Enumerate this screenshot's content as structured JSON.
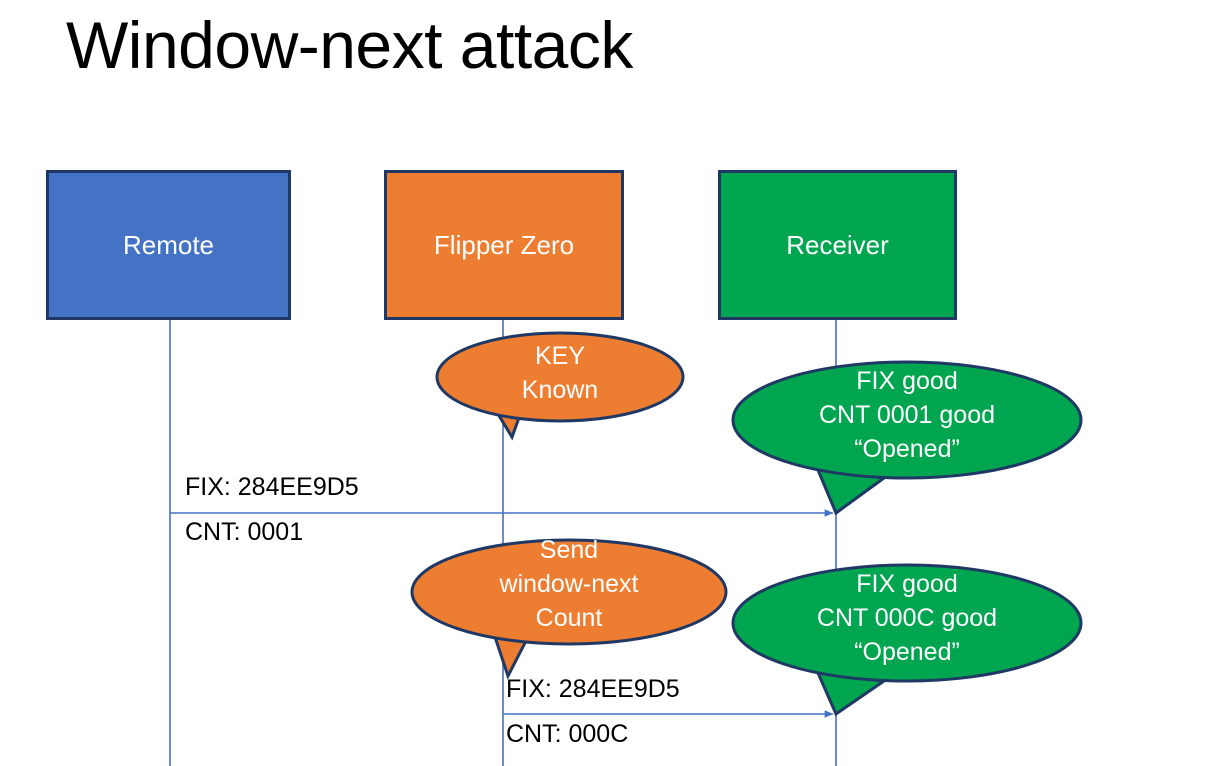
{
  "slide": {
    "title": "Window-next attack",
    "background": "#FFFFFF"
  },
  "colors": {
    "remote_fill": "#4472C4",
    "flipper_fill": "#ED7D31",
    "receiver_fill": "#00A550",
    "shape_outline": "#1F3864",
    "lifeline": "#4472C4",
    "arrow": "#4472C4",
    "text_on_shape": "#FFFFFF",
    "text_body": "#000000"
  },
  "actors": [
    {
      "id": "remote",
      "label": "Remote",
      "fill": "#4472C4"
    },
    {
      "id": "flipper",
      "label": "Flipper Zero",
      "fill": "#ED7D31"
    },
    {
      "id": "receiver",
      "label": "Receiver",
      "fill": "#00A550"
    }
  ],
  "callouts": [
    {
      "id": "key-known",
      "owner": "flipper",
      "text": "KEY\nKnown",
      "fill": "#ED7D31"
    },
    {
      "id": "receiver-ok-1",
      "owner": "receiver",
      "text": "FIX good\nCNT 0001 good\n“Opened”",
      "fill": "#00A550"
    },
    {
      "id": "send-window-next",
      "owner": "flipper",
      "text": "Send\nwindow-next\nCount",
      "fill": "#ED7D31"
    },
    {
      "id": "receiver-ok-2",
      "owner": "receiver",
      "text": "FIX good\nCNT 000C good\n“Opened”",
      "fill": "#00A550"
    }
  ],
  "messages": [
    {
      "id": "msg1",
      "from": "remote",
      "to": "receiver",
      "fix_label": "FIX: 284EE9D5",
      "cnt_label": "CNT: 0001"
    },
    {
      "id": "msg2",
      "from": "flipper",
      "to": "receiver",
      "fix_label": "FIX: 284EE9D5",
      "cnt_label": "CNT: 000C"
    }
  ]
}
